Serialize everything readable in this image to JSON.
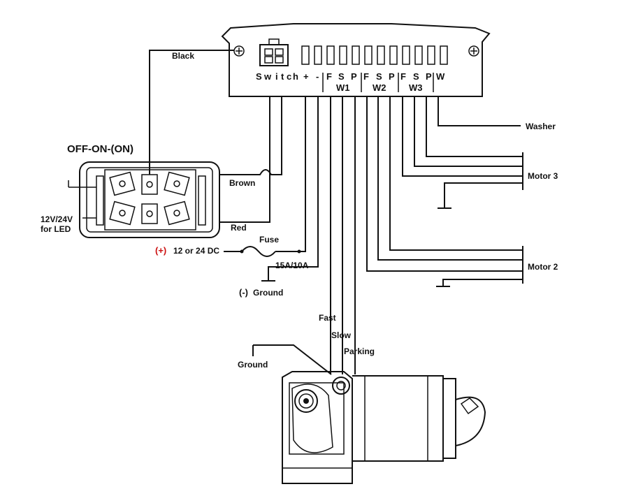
{
  "controller": {
    "terminal_letters": [
      "S",
      "w",
      "i",
      "t",
      "c",
      "h",
      "+",
      "-",
      "F",
      "S",
      "P",
      "F",
      "S",
      "P",
      "F",
      "S",
      "P",
      "W"
    ],
    "group_w1": "W1",
    "group_w2": "W2",
    "group_w3": "W3"
  },
  "switch": {
    "title": "OFF-ON-(ON)",
    "led_label_line1": "12V/24V",
    "led_label_line2": "for LED"
  },
  "wires": {
    "black": "Black",
    "brown": "Brown",
    "red": "Red",
    "washer": "Washer",
    "motor3": "Motor 3",
    "motor2": "Motor 2",
    "fast": "Fast",
    "slow": "Slow",
    "parking": "Parking"
  },
  "power": {
    "plus_symbol": "(+)",
    "supply": "12 or 24 DC",
    "fuse": "Fuse",
    "fuse_rating": "15A/10A",
    "minus_symbol": "(-)",
    "ground": "Ground"
  },
  "motor": {
    "ground": "Ground"
  }
}
